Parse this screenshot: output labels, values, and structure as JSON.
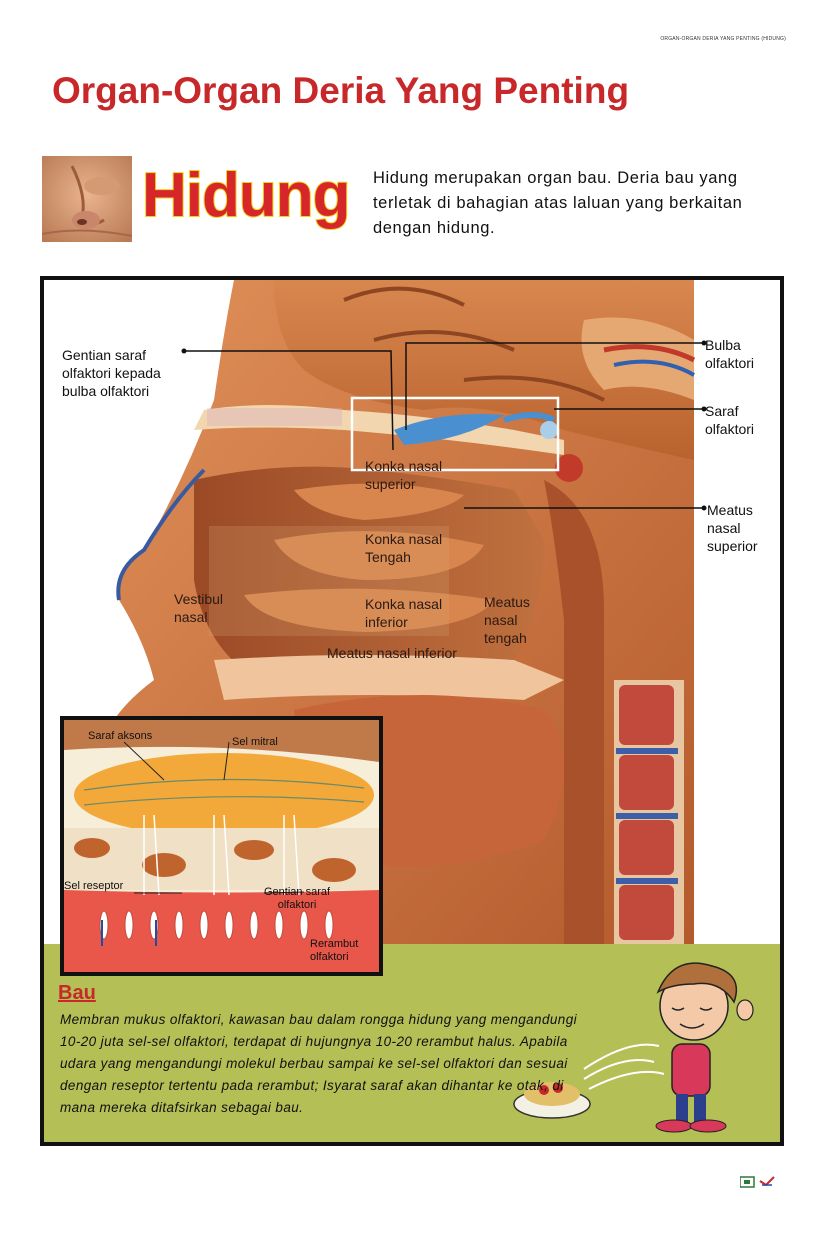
{
  "header": {
    "corner_note": "ORGAN-ORGAN DERIA YANG PENTING (HIDUNG)",
    "title": "Organ-Organ Deria Yang Penting"
  },
  "section": {
    "title": "Hidung",
    "intro": "Hidung merupakan organ bau. Deria bau yang terletak di bahagian atas laluan yang berkaitan dengan hidung."
  },
  "diagram": {
    "labels": {
      "gentian_saraf": [
        "Gentian saraf",
        "olfaktori kepada",
        "bulba olfaktori"
      ],
      "bulba": [
        "Bulba",
        "olfaktori"
      ],
      "saraf": [
        "Saraf",
        "olfaktori"
      ],
      "meatus_superior": [
        "Meatus",
        "nasal",
        "superior"
      ],
      "konka_superior": [
        "Konka nasal",
        "superior"
      ],
      "konka_tengah": [
        "Konka nasal",
        "Tengah"
      ],
      "vestibul": [
        "Vestibul",
        "nasal"
      ],
      "konka_inferior": [
        "Konka nasal",
        "inferior"
      ],
      "meatus_tengah": [
        "Meatus",
        "nasal",
        "tengah"
      ],
      "meatus_inferior": "Meatus nasal inferior"
    }
  },
  "inset": {
    "labels": {
      "saraf_aksons": "Saraf aksons",
      "sel_mitral": "Sel mitral",
      "sel_reseptor": "Sel reseptor",
      "gentian_saraf": [
        "Gentian saraf",
        "olfaktori"
      ],
      "rerambut": [
        "Rerambut",
        "olfaktori"
      ]
    }
  },
  "bau": {
    "title": "Bau",
    "text": "Membran mukus olfaktori, kawasan bau dalam rongga hidung yang mengandungi 10-20 juta sel-sel olfaktori, terdapat di hujungnya 10-20 rerambut halus. Apabila udara yang mengandungi molekul berbau sampai ke sel-sel olfaktori dan sesuai dengan reseptor tertentu pada rerambut; Isyarat saraf akan dihantar ke otak, di mana mereka ditafsirkan sebagai bau."
  },
  "colors": {
    "title_red": "#c8282a",
    "panel_green": "#b4bf56",
    "tissue": "#c86a3a",
    "nerve_blue": "#4a90d0"
  }
}
